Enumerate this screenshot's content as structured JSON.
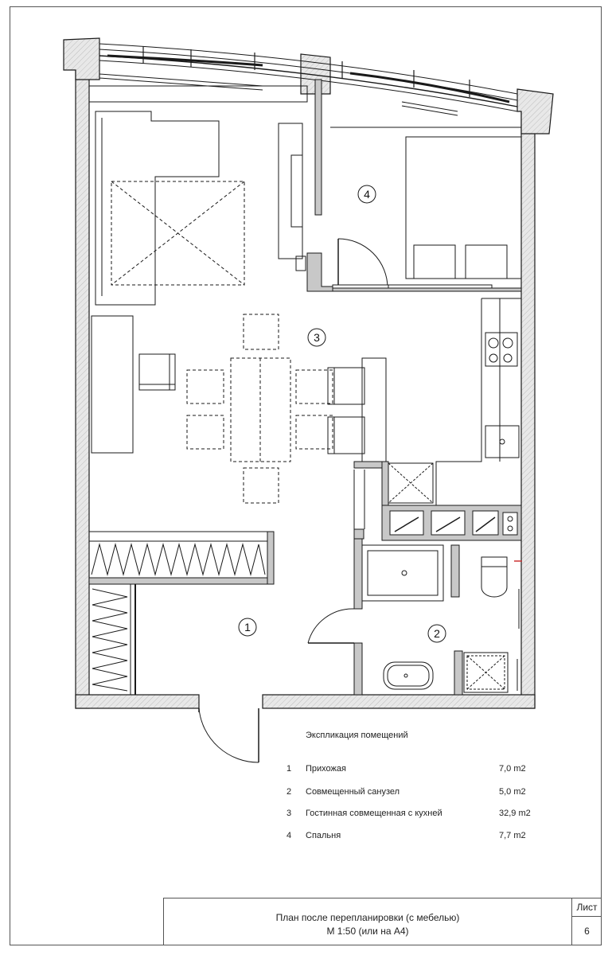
{
  "rooms": [
    {
      "number": "1"
    },
    {
      "number": "2"
    },
    {
      "number": "3"
    },
    {
      "number": "4"
    }
  ],
  "explication": {
    "title": "Экспликация помещений",
    "rows": [
      {
        "number": "1",
        "name": "Прихожая",
        "area": "7,0 m2"
      },
      {
        "number": "2",
        "name": "Совмещенный санузел",
        "area": "5,0 m2"
      },
      {
        "number": "3",
        "name": "Гостинная совмещенная с кухней",
        "area": "32,9 m2"
      },
      {
        "number": "4",
        "name": "Спальня",
        "area": "7,7 m2"
      }
    ]
  },
  "title_block": {
    "title": "План после перепланировки (с мебелью)",
    "scale": "М 1:50 (или на А4)",
    "sheet_label": "Лист",
    "sheet_number": "6"
  },
  "colors": {
    "line": "#1a1a1a",
    "wall_fill": "#e6e6e6",
    "dash": "#444444",
    "accent": "#cc3333"
  }
}
